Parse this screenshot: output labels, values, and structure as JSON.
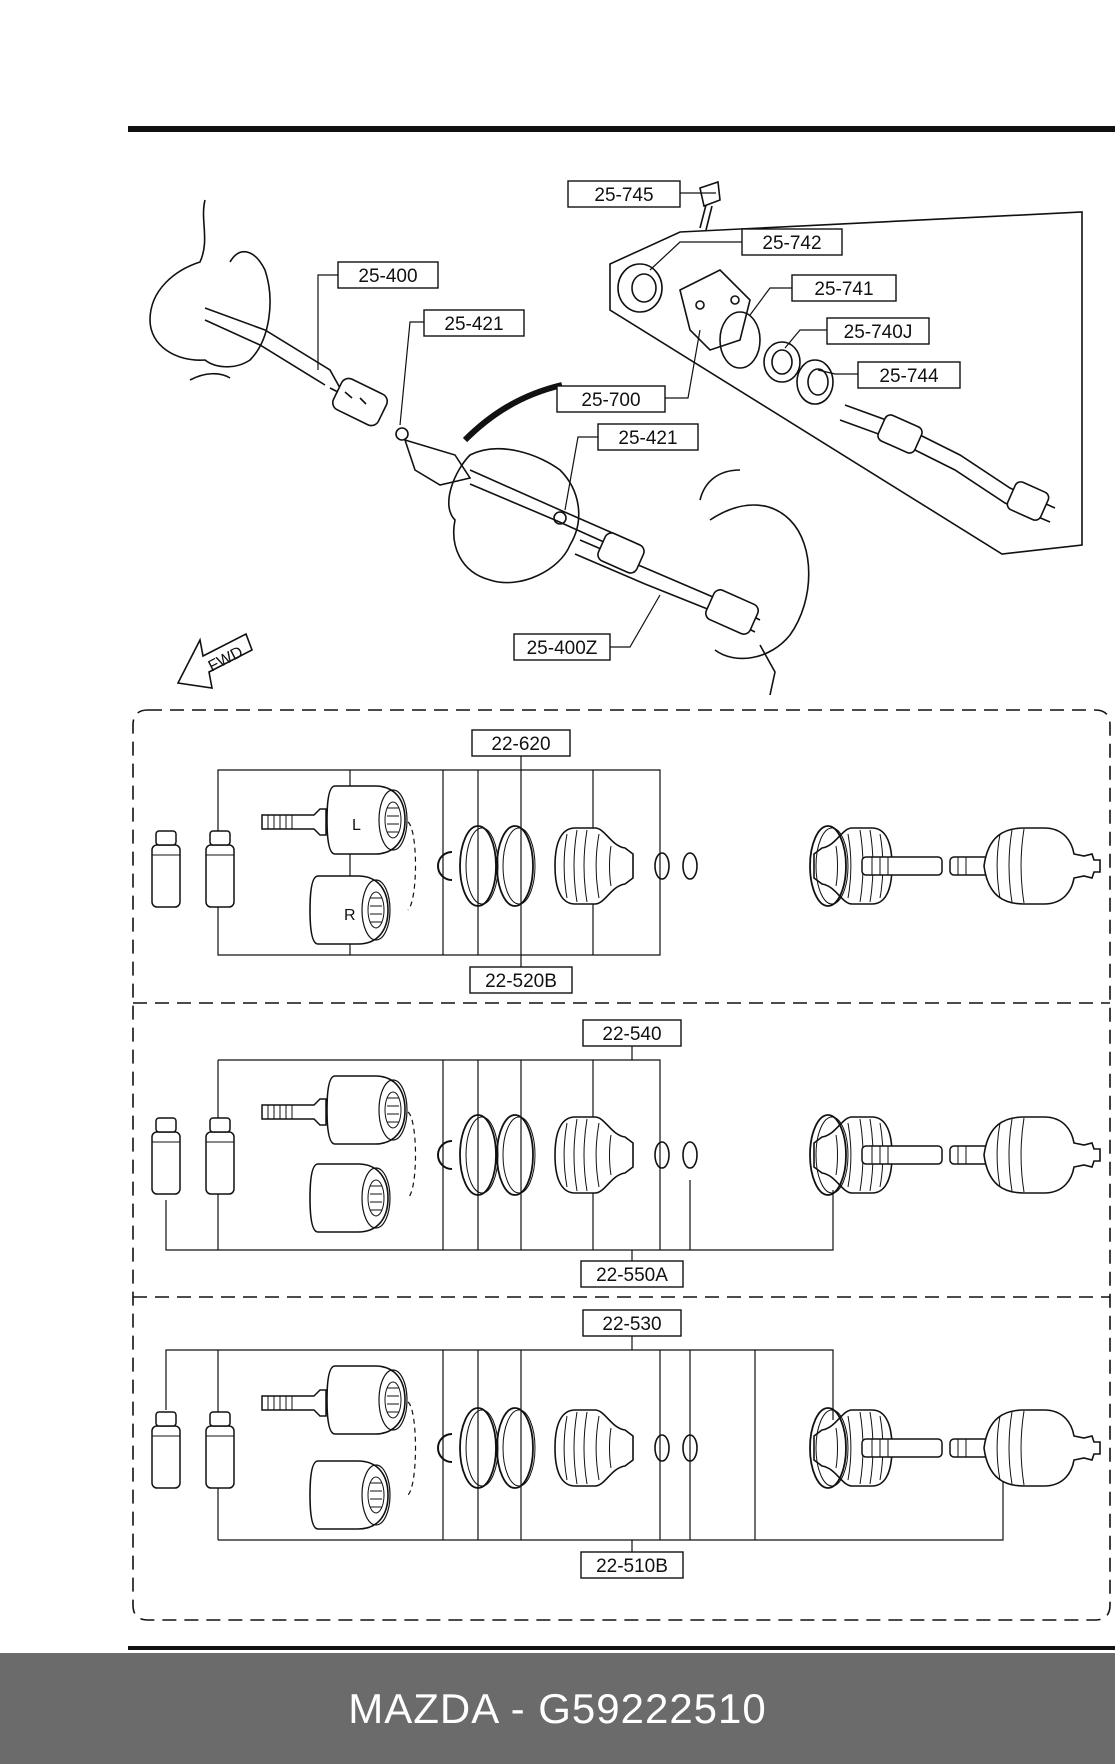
{
  "diagram": {
    "top_labels": [
      "25-745",
      "25-742",
      "25-400",
      "25-741",
      "25-421",
      "25-740J",
      "25-744",
      "25-700",
      "25-421",
      "25-400Z"
    ],
    "fwd_label": "FWD",
    "section_labels": {
      "s1_top": "22-620",
      "s1_bottom": "22-520B",
      "s2_top": "22-540",
      "s2_bottom": "22-550A",
      "s3_top": "22-530",
      "s3_bottom": "22-510B"
    }
  },
  "footer": {
    "caption": "MAZDA - G59222510"
  },
  "colors": {
    "line": "#111111",
    "footer_bg": "#6b6b6b",
    "footer_text": "#ffffff",
    "background": "#ffffff"
  }
}
